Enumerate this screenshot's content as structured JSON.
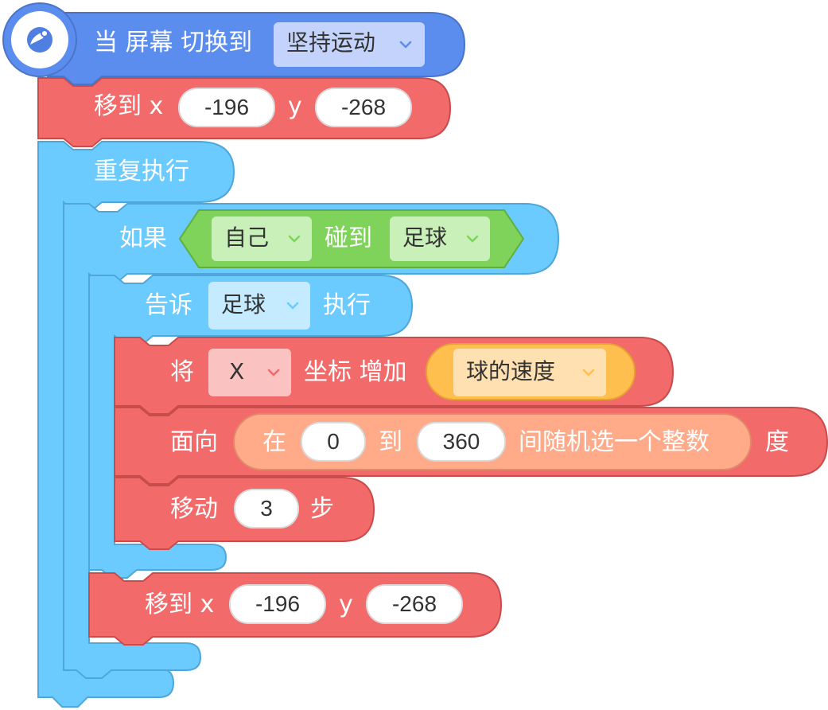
{
  "hat": {
    "label": "当 屏幕 切换到",
    "screen_dropdown": "坚持运动"
  },
  "move_to_1": {
    "label": "移到 x",
    "x": "-196",
    "y_label": "y",
    "y": "-268"
  },
  "repeat": {
    "label": "重复执行"
  },
  "if_block": {
    "label": "如果",
    "touch": {
      "sprite": "自己",
      "label": "碰到",
      "target": "足球"
    }
  },
  "tell": {
    "label": "告诉",
    "target": "足球",
    "suffix": "执行"
  },
  "change_coord": {
    "label": "将",
    "axis": "X",
    "middle": "坐标 增加",
    "variable": "球的速度"
  },
  "point_direction": {
    "label": "面向",
    "random": {
      "prefix": "在",
      "from": "0",
      "to_label": "到",
      "to": "360",
      "suffix": "间随机选一个整数"
    },
    "unit": "度"
  },
  "move_steps": {
    "label": "移动",
    "value": "3",
    "unit": "步"
  },
  "move_to_2": {
    "label": "移到 x",
    "x": "-196",
    "y_label": "y",
    "y": "-268"
  },
  "colors": {
    "event": "#5b8dee",
    "control": "#6ccbfe",
    "motion": "#f36a6a",
    "sensing": "#7fd35a",
    "variable": "#ffbf4f",
    "operator": "#ffaa88"
  }
}
